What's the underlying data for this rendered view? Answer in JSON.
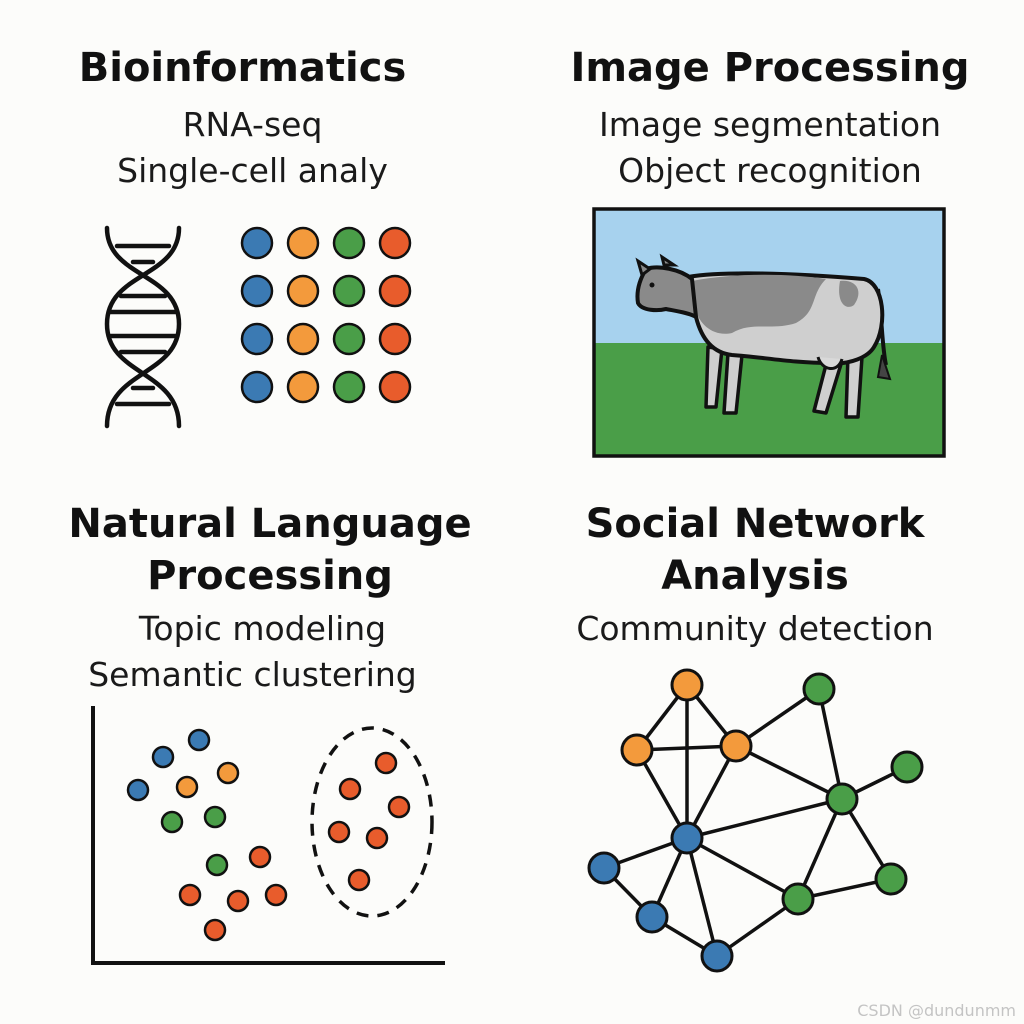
{
  "colors": {
    "blue": "#3b7ab3",
    "orange": "#f39a3c",
    "green": "#4a9e48",
    "red": "#e85c2c",
    "sky": "#a7d2ee",
    "grass": "#4a9e48",
    "ink": "#111111"
  },
  "panels": {
    "bioinformatics": {
      "title": "Bioinformatics",
      "items": [
        "RNA-seq",
        "Single-cell analy"
      ],
      "icons": [
        "dna-double-helix",
        "dot-matrix"
      ]
    },
    "image_processing": {
      "title": "Image Processing",
      "items": [
        "Image segmentation",
        "Object recognition"
      ],
      "icons": [
        "cow-photo"
      ]
    },
    "nlp": {
      "title_line1": "Natural Language",
      "title_line2": "Processing",
      "items": [
        "Topic modeling",
        "Semantic clustering"
      ],
      "icons": [
        "cluster-scatter-plot"
      ]
    },
    "social_network": {
      "title_line1": "Social Network",
      "title_line2": "Analysis",
      "items": [
        "Community detection"
      ],
      "icons": [
        "network-graph"
      ]
    }
  },
  "watermark": "CSDN @dundunmm"
}
